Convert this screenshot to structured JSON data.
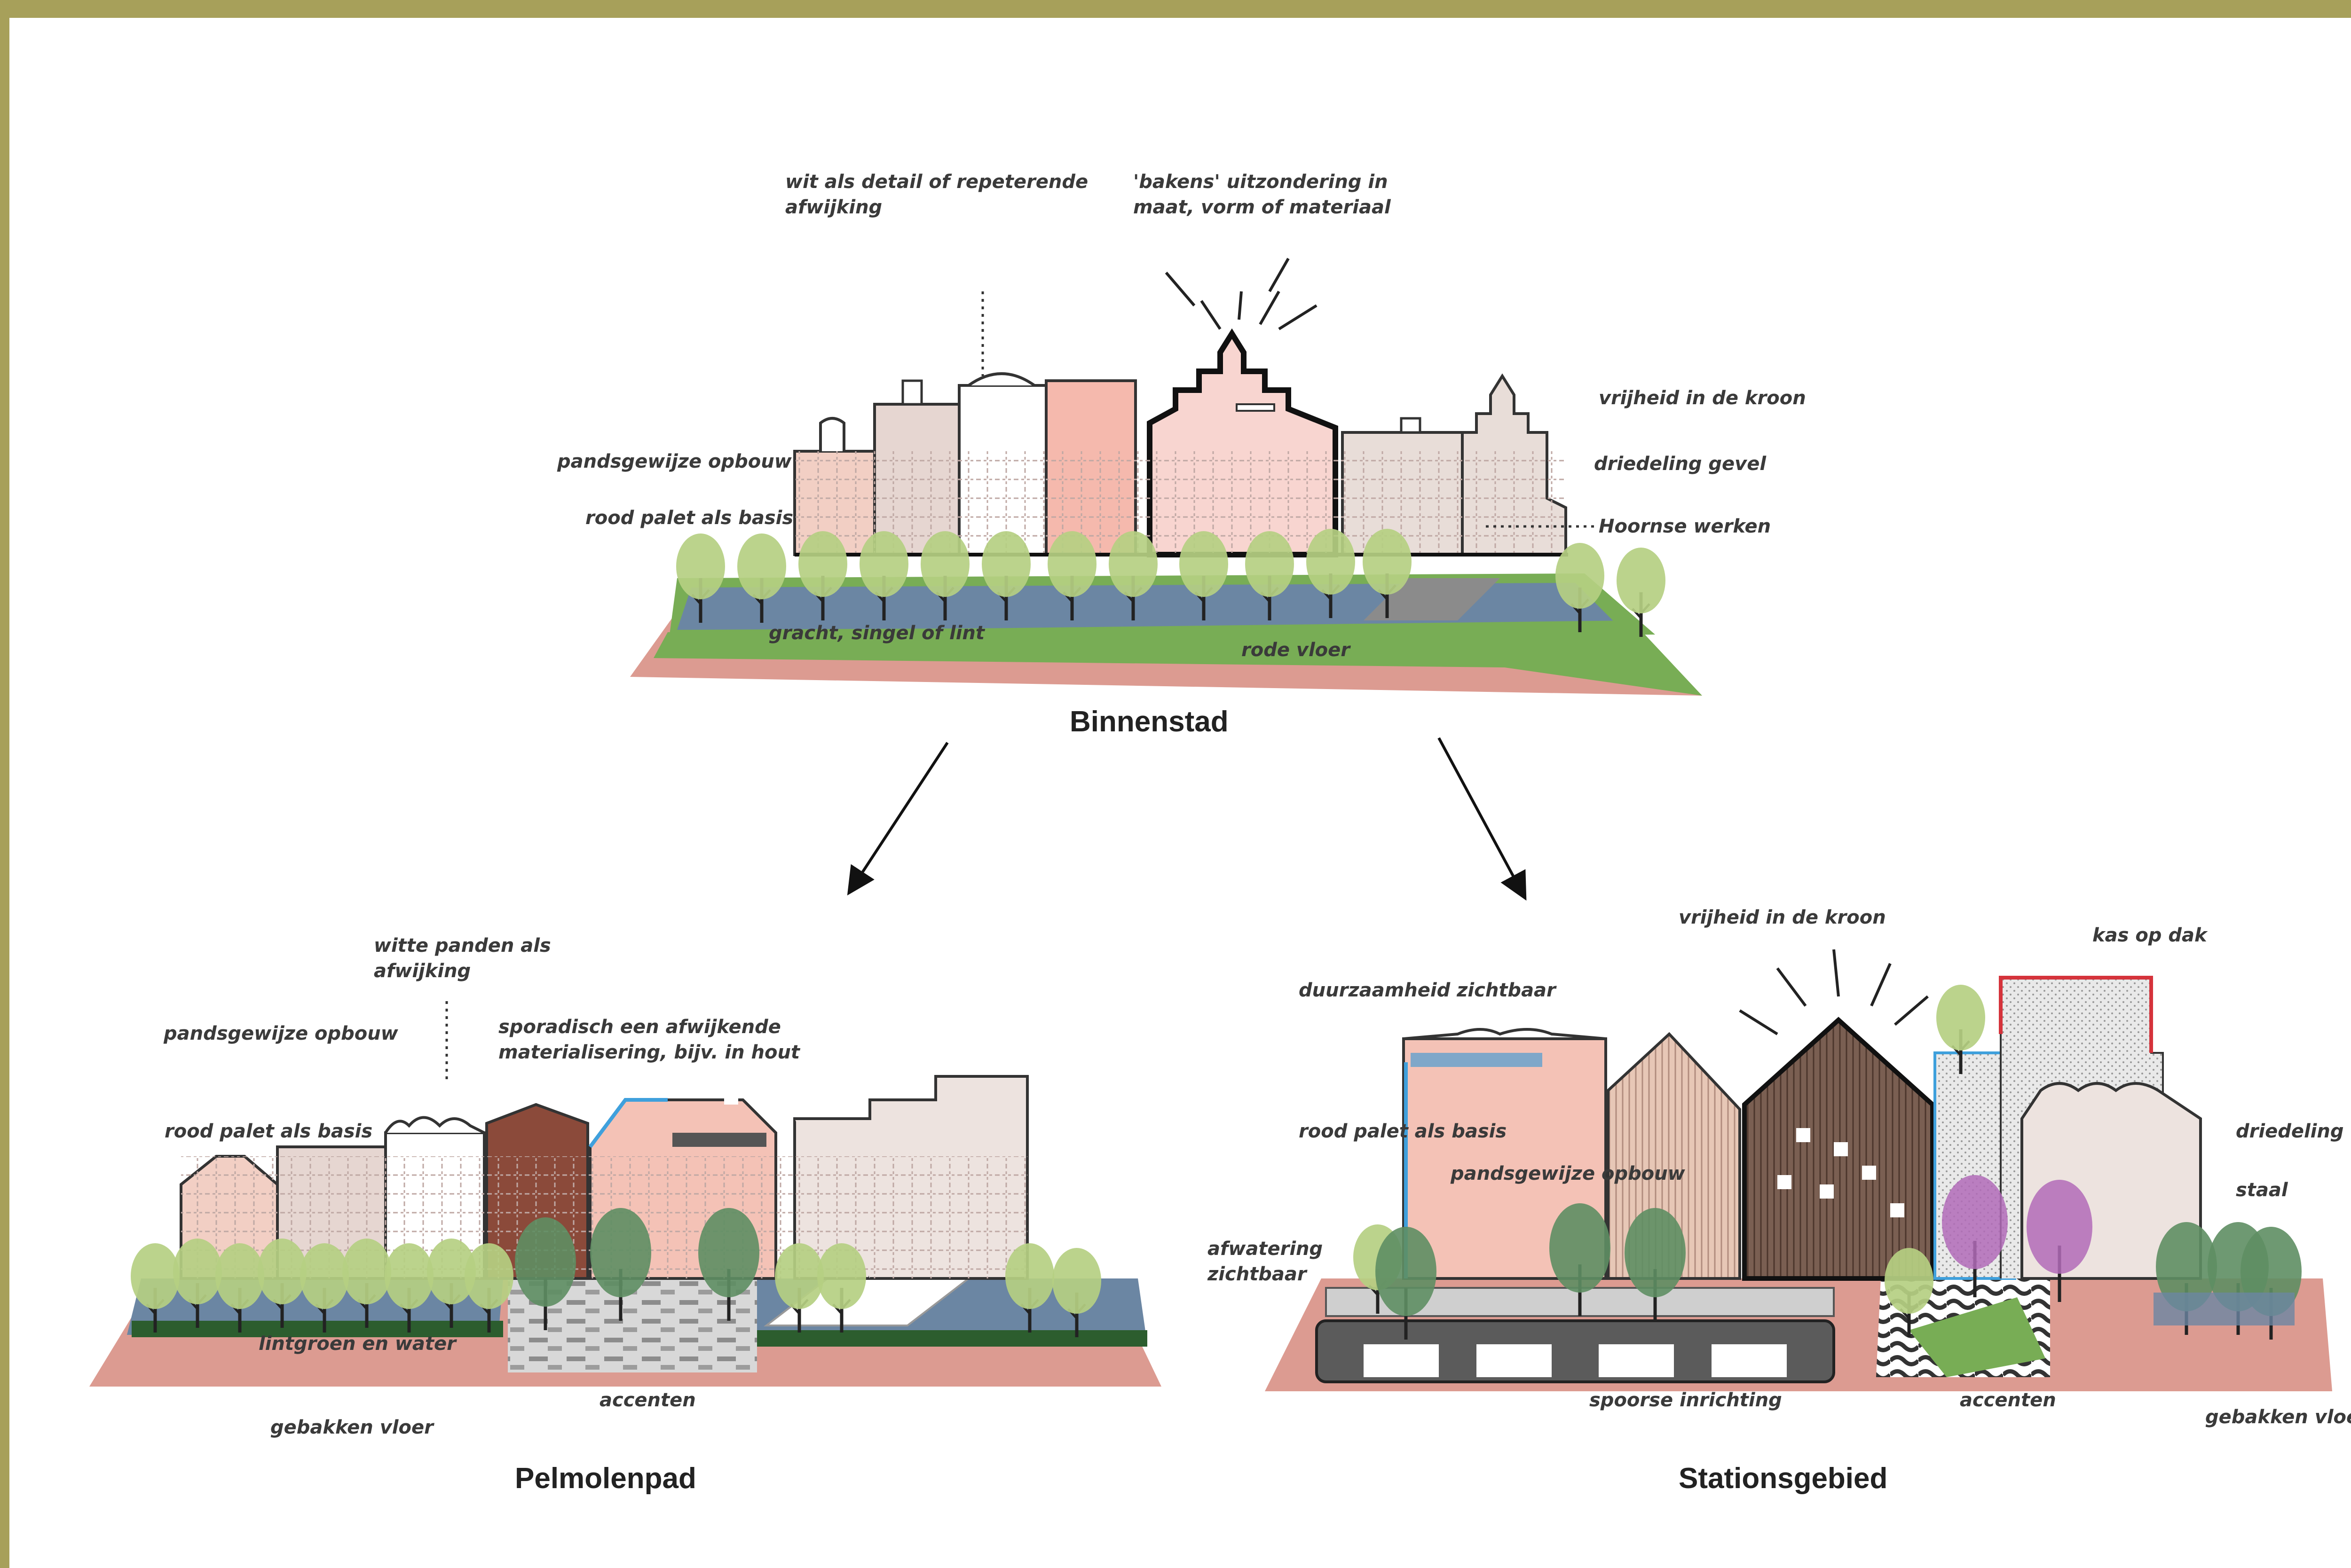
{
  "colors": {
    "frame": "#a7a05a",
    "ground": "#dc9b91",
    "water": "#6b86a3",
    "grass": "#78ad55",
    "tree": "#b5cf82",
    "accent_blue": "#3fa0dc",
    "accent_red": "#d5333b",
    "accent_purple": "#b26bb8"
  },
  "binnenstad": {
    "title": "Binnenstad",
    "labels": {
      "wit": "wit als detail of repeterende",
      "wit_2": "afwijking",
      "bakens": "'bakens' uitzondering in",
      "bakens_2": "maat, vorm of materiaal",
      "vrijheid": "vrijheid in de kroon",
      "pandsgewijze": "pandsgewijze opbouw",
      "driedeling": "driedeling gevel",
      "rood": "rood palet als basis",
      "hoornse": "Hoornse werken",
      "gracht": "gracht, singel of lint",
      "rode_vloer": "rode vloer"
    }
  },
  "pelmolenpad": {
    "title": "Pelmolenpad",
    "labels": {
      "witte": "witte panden als",
      "witte_2": "afwijking",
      "pandsgewijze": "pandsgewijze opbouw",
      "sporadisch": "sporadisch een afwijkende",
      "sporadisch_2": "materialisering, bijv. in hout",
      "rood": "rood palet als basis",
      "lintgroen": "lintgroen en water",
      "accenten": "accenten",
      "gebakken": "gebakken vloer"
    }
  },
  "stationsgebied": {
    "title": "Stationsgebied",
    "labels": {
      "vrijheid": "vrijheid in de kroon",
      "kas": "kas op dak",
      "duurzaamheid": "duurzaamheid zichtbaar",
      "rood": "rood palet als basis",
      "pandsgewijze": "pandsgewijze opbouw",
      "driedeling": "driedeling",
      "staal": "staal",
      "afwatering": "afwatering",
      "afwatering_2": "zichtbaar",
      "spoorse": "spoorse inrichting",
      "accenten": "accenten",
      "gebakken": "gebakken vloer"
    }
  }
}
